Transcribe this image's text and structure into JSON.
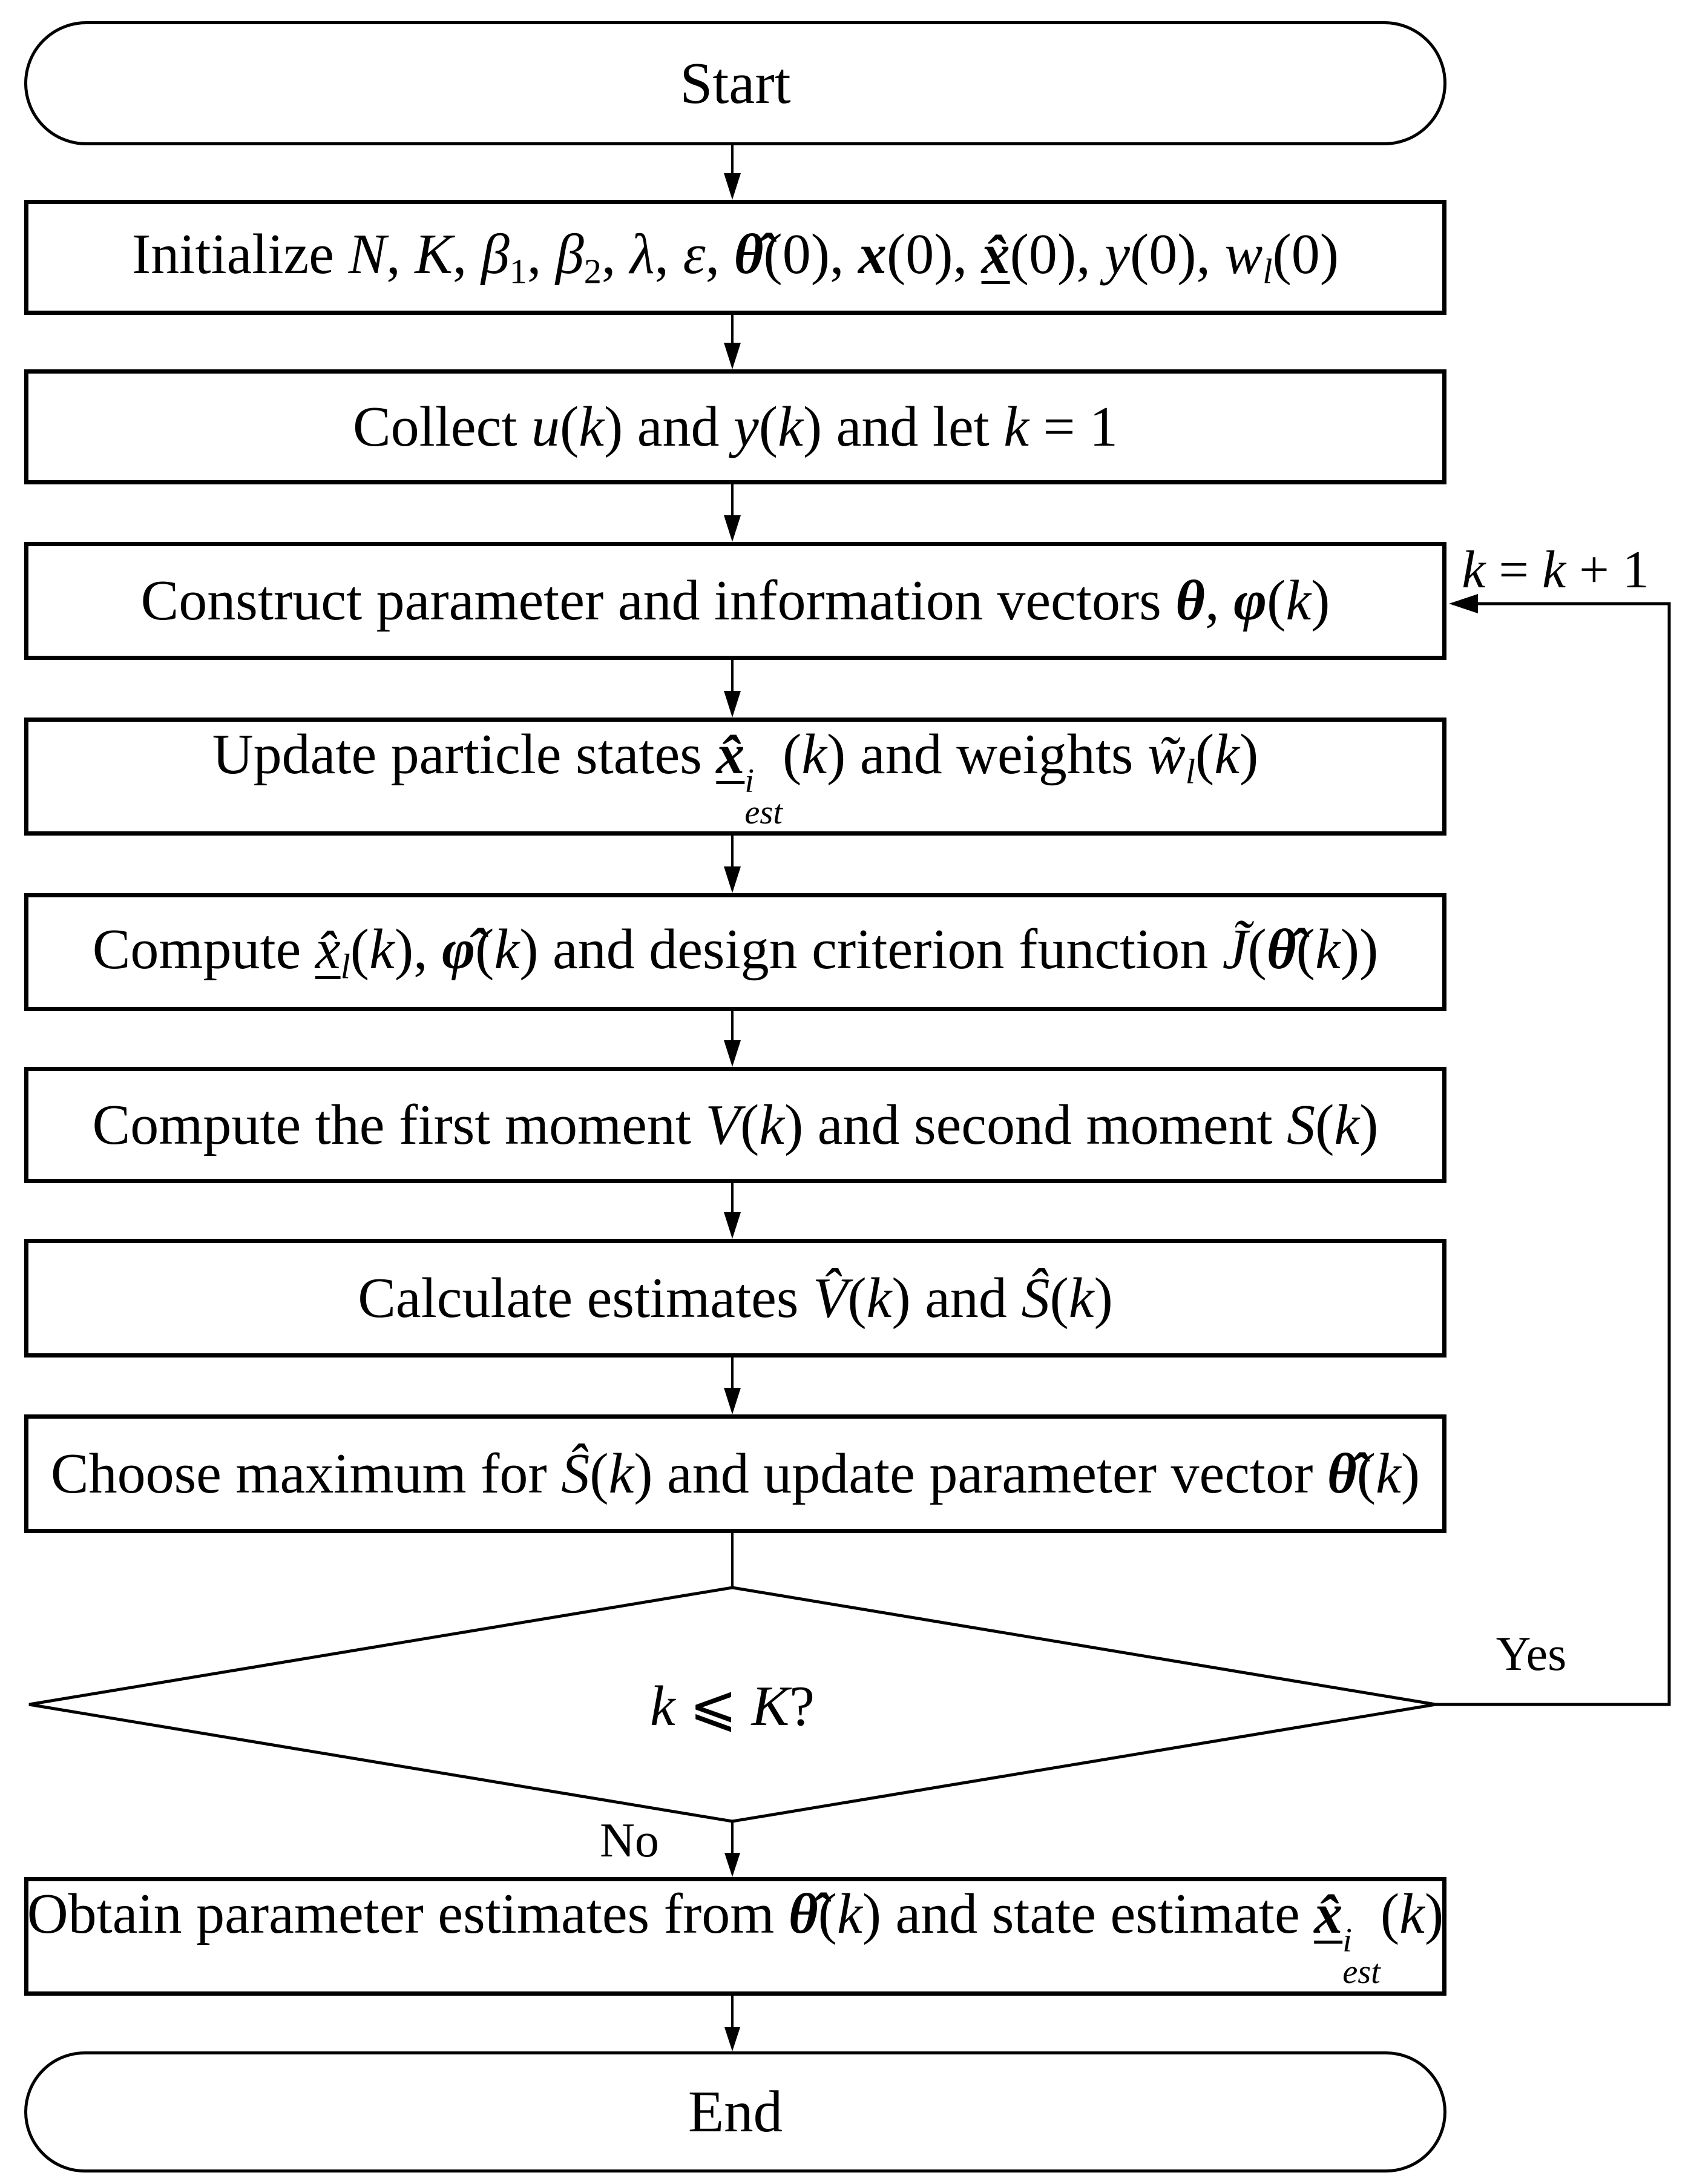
{
  "flowchart": {
    "background_color": "#ffffff",
    "stroke_color": "#000000",
    "nodes": {
      "start": {
        "type": "terminator",
        "label": "Start"
      },
      "initialize": {
        "type": "process",
        "parts": [
          {
            "t": "Initialize "
          },
          {
            "t": "N",
            "i": 1
          },
          {
            "t": ", "
          },
          {
            "t": "K",
            "i": 1
          },
          {
            "t": ", "
          },
          {
            "t": "β",
            "i": 1
          },
          {
            "t": "1",
            "sub": 1
          },
          {
            "t": ", "
          },
          {
            "t": "β",
            "i": 1
          },
          {
            "t": "2",
            "sub": 1
          },
          {
            "t": ", "
          },
          {
            "t": "λ",
            "i": 1
          },
          {
            "t": ", "
          },
          {
            "t": "ε",
            "i": 1
          },
          {
            "t": ", "
          },
          {
            "t": "θ̂",
            "i": 1,
            "b": 1
          },
          {
            "t": "(0), "
          },
          {
            "t": "x",
            "i": 1,
            "b": 1
          },
          {
            "t": "(0), "
          },
          {
            "t": "x̂",
            "i": 1,
            "b": 1,
            "u": 1
          },
          {
            "t": "(0), "
          },
          {
            "t": "y",
            "i": 1
          },
          {
            "t": "(0), "
          },
          {
            "t": "w",
            "i": 1
          },
          {
            "t": "l",
            "i": 1,
            "sub": 1
          },
          {
            "t": "(0)"
          }
        ]
      },
      "collect": {
        "type": "process",
        "parts": [
          {
            "t": "Collect "
          },
          {
            "t": "u",
            "i": 1
          },
          {
            "t": "("
          },
          {
            "t": "k",
            "i": 1
          },
          {
            "t": ") and "
          },
          {
            "t": "y",
            "i": 1
          },
          {
            "t": "("
          },
          {
            "t": "k",
            "i": 1
          },
          {
            "t": ") and let "
          },
          {
            "t": "k",
            "i": 1
          },
          {
            "t": " = 1"
          }
        ]
      },
      "construct": {
        "type": "process",
        "parts": [
          {
            "t": "Construct parameter and information vectors "
          },
          {
            "t": "θ",
            "i": 1,
            "b": 1
          },
          {
            "t": ", "
          },
          {
            "t": "φ",
            "i": 1,
            "b": 1
          },
          {
            "t": "("
          },
          {
            "t": "k",
            "i": 1
          },
          {
            "t": ")"
          }
        ]
      },
      "update": {
        "type": "process",
        "parts": [
          {
            "t": "Update particle states "
          },
          {
            "t": "x̂",
            "i": 1,
            "b": 1,
            "u": 1
          },
          {
            "ss": {
              "sup": "i",
              "sub": "est"
            }
          },
          {
            "t": "("
          },
          {
            "t": "k",
            "i": 1
          },
          {
            "t": ") and weights "
          },
          {
            "t": "w̃",
            "i": 1
          },
          {
            "t": "l",
            "i": 1,
            "sub": 1
          },
          {
            "t": "("
          },
          {
            "t": "k",
            "i": 1
          },
          {
            "t": ")"
          }
        ]
      },
      "compute_design": {
        "type": "process",
        "parts": [
          {
            "t": "Compute "
          },
          {
            "t": "x̂",
            "i": 1,
            "u": 1
          },
          {
            "t": "l",
            "i": 1,
            "sub": 1
          },
          {
            "t": "("
          },
          {
            "t": "k",
            "i": 1
          },
          {
            "t": "), "
          },
          {
            "t": "φ̂",
            "i": 1,
            "b": 1
          },
          {
            "t": "("
          },
          {
            "t": "k",
            "i": 1
          },
          {
            "t": ") and design criterion function "
          },
          {
            "t": "J̃",
            "i": 1
          },
          {
            "t": "("
          },
          {
            "t": "θ̂",
            "i": 1,
            "b": 1
          },
          {
            "t": "("
          },
          {
            "t": "k",
            "i": 1
          },
          {
            "t": "))"
          }
        ]
      },
      "compute_moments": {
        "type": "process",
        "parts": [
          {
            "t": "Compute the first moment "
          },
          {
            "t": "V",
            "i": 1
          },
          {
            "t": "("
          },
          {
            "t": "k",
            "i": 1
          },
          {
            "t": ") and second moment "
          },
          {
            "t": "S",
            "i": 1
          },
          {
            "t": "("
          },
          {
            "t": "k",
            "i": 1
          },
          {
            "t": ")"
          }
        ]
      },
      "calculate_estimates": {
        "type": "process",
        "parts": [
          {
            "t": "Calculate estimates "
          },
          {
            "t": "V̂",
            "i": 1
          },
          {
            "t": "("
          },
          {
            "t": "k",
            "i": 1
          },
          {
            "t": ") and "
          },
          {
            "t": "Ŝ",
            "i": 1
          },
          {
            "t": "("
          },
          {
            "t": "k",
            "i": 1
          },
          {
            "t": ")"
          }
        ]
      },
      "choose_maximum": {
        "type": "process",
        "parts": [
          {
            "t": "Choose maximum for "
          },
          {
            "t": "Ŝ",
            "i": 1
          },
          {
            "t": "("
          },
          {
            "t": "k",
            "i": 1
          },
          {
            "t": ") and update parameter vector "
          },
          {
            "t": "θ̂",
            "i": 1,
            "b": 1
          },
          {
            "t": "("
          },
          {
            "t": "k",
            "i": 1
          },
          {
            "t": ")"
          }
        ]
      },
      "decision": {
        "type": "decision",
        "parts": [
          {
            "t": "k",
            "i": 1
          },
          {
            "t": " ⩽ "
          },
          {
            "t": "K",
            "i": 1
          },
          {
            "t": "?"
          }
        ]
      },
      "obtain": {
        "type": "process",
        "parts": [
          {
            "t": "Obtain parameter estimates from "
          },
          {
            "t": "θ̂",
            "i": 1,
            "b": 1
          },
          {
            "t": "("
          },
          {
            "t": "k",
            "i": 1
          },
          {
            "t": ") and state estimate "
          },
          {
            "t": "x̂",
            "i": 1,
            "b": 1,
            "u": 1
          },
          {
            "ss": {
              "sup": "i",
              "sub": "est"
            }
          },
          {
            "t": "("
          },
          {
            "t": "k",
            "i": 1
          },
          {
            "t": ")"
          }
        ]
      },
      "end": {
        "type": "terminator",
        "label": "End"
      }
    },
    "edge_labels": {
      "yes": "Yes",
      "no": "No",
      "increment_parts": [
        {
          "t": "k",
          "i": 1
        },
        {
          "t": " = "
        },
        {
          "t": "k",
          "i": 1
        },
        {
          "t": " + 1"
        }
      ]
    }
  }
}
